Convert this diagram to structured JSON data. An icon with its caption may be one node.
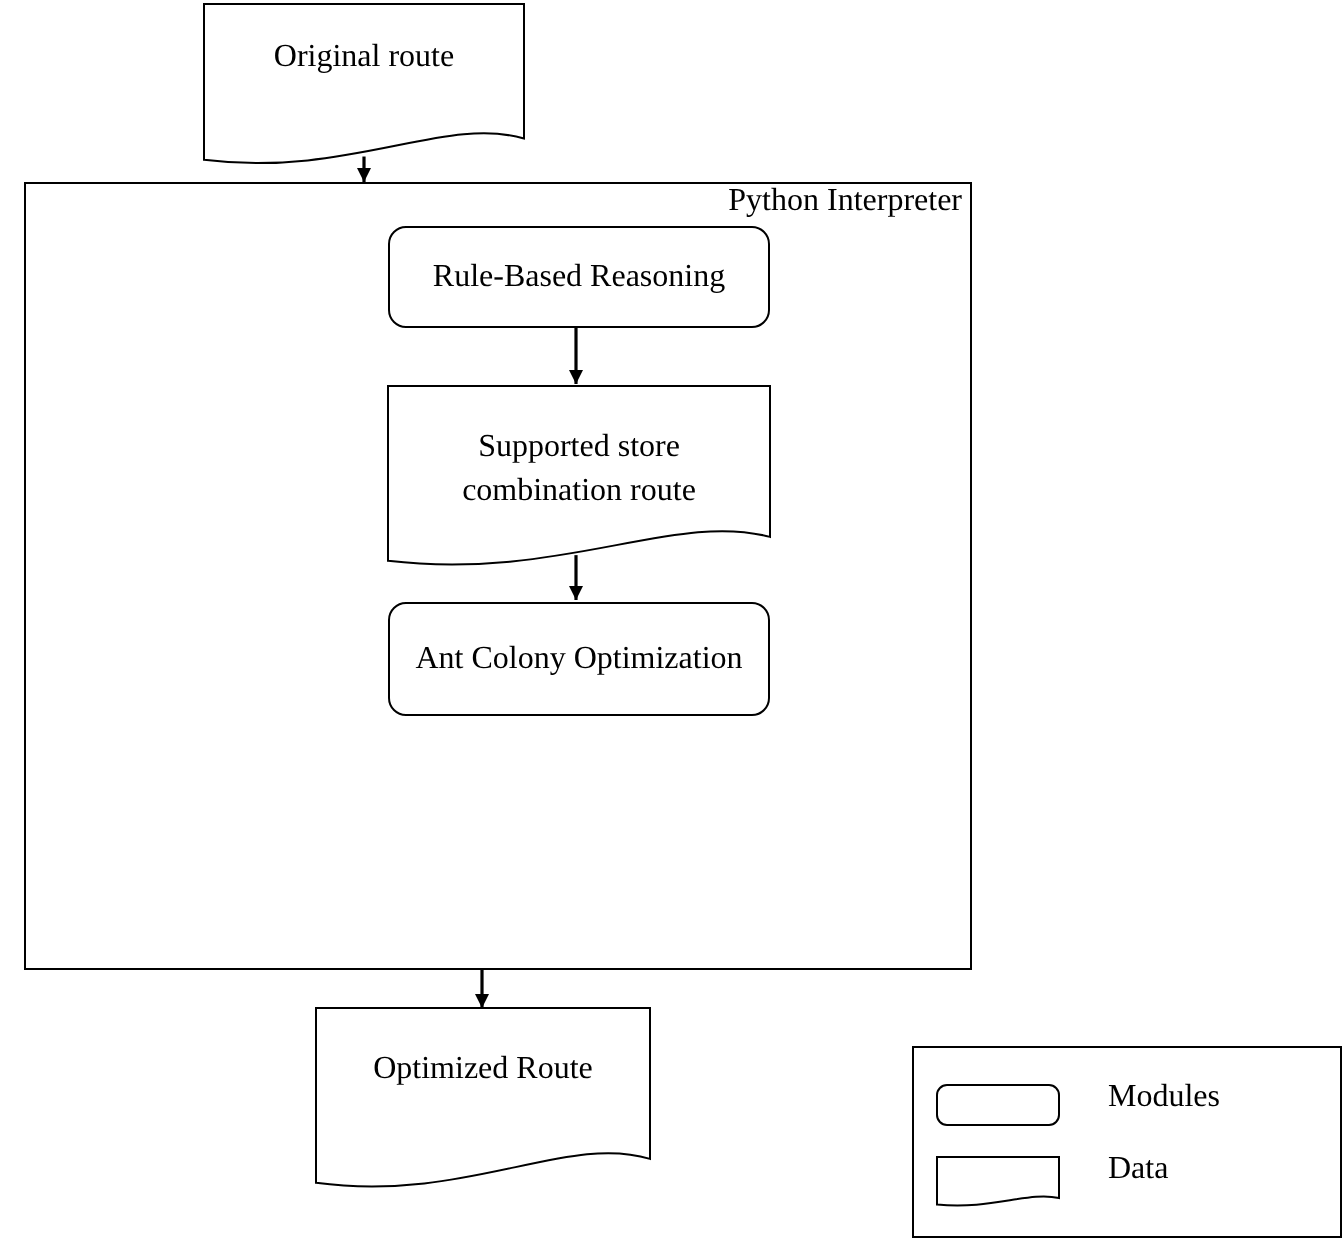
{
  "diagram": {
    "nodes": [
      {
        "text": [
          "Original route"
        ]
      },
      {
        "text": [
          "Python Interpreter"
        ]
      },
      {
        "text": [
          "Rule-Based Reasoning"
        ],
        "in": 1
      },
      {
        "text": [
          "Supported store combination route"
        ],
        "in": 1
      },
      {
        "text": [
          "Ant Colony Optimization"
        ],
        "in": 1
      },
      {
        "text": [
          "Optimized Route"
        ]
      }
    ],
    "edges": [
      {
        "from": 0,
        "to": 1,
        "arrow": "to"
      },
      {
        "from": 2,
        "to": 3,
        "arrow": "to"
      },
      {
        "from": 3,
        "to": 4,
        "arrow": "to"
      },
      {
        "from": 1,
        "to": 5,
        "arrow": "to"
      }
    ],
    "legend": [
      {
        "text": "Modules"
      },
      {
        "text": "Data"
      }
    ]
  }
}
